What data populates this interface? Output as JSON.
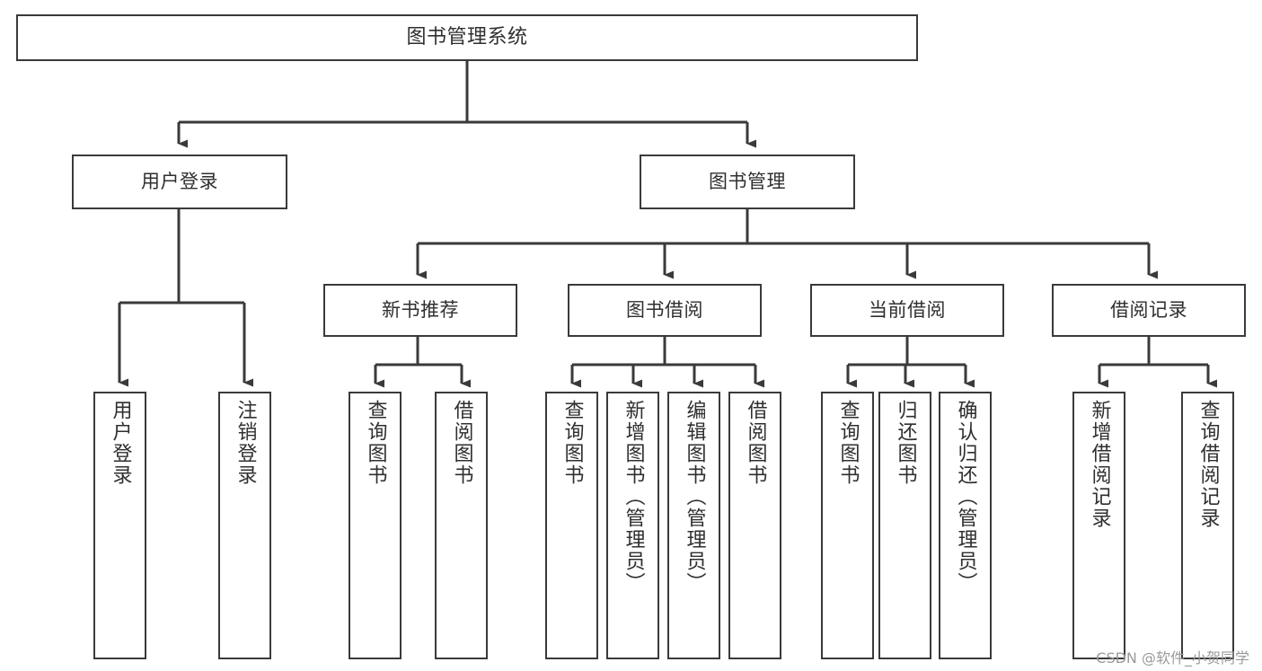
{
  "diagram": {
    "type": "tree-hierarchy-chart",
    "title": "图书管理系统",
    "watermark": "CSDN @软件_小贺同学",
    "colors": {
      "box_border": "#3a3a3a",
      "box_fill": "#ffffff",
      "connector": "#3a3a3a",
      "text": "#2f2f2f",
      "background": "#ffffff",
      "watermark": "#9a9a9a"
    },
    "root": {
      "label": "图书管理系统"
    },
    "level1": [
      {
        "label": "用户登录"
      },
      {
        "label": "图书管理"
      }
    ],
    "level2": [
      {
        "label": "新书推荐"
      },
      {
        "label": "图书借阅"
      },
      {
        "label": "当前借阅"
      },
      {
        "label": "借阅记录"
      }
    ],
    "leaves": {
      "user_login": [
        {
          "label": "用户登录"
        },
        {
          "label": "注销登录"
        }
      ],
      "new_book_recommend": [
        {
          "label": "查询图书"
        },
        {
          "label": "借阅图书"
        }
      ],
      "book_borrow": [
        {
          "label": "查询图书"
        },
        {
          "label": "新增图书（管理员）"
        },
        {
          "label": "编辑图书（管理员）"
        },
        {
          "label": "借阅图书"
        }
      ],
      "current_borrow": [
        {
          "label": "查询图书"
        },
        {
          "label": "归还图书"
        },
        {
          "label": "确认归还（管理员）"
        }
      ],
      "borrow_record": [
        {
          "label": "新增借阅记录"
        },
        {
          "label": "查询借阅记录"
        }
      ]
    }
  }
}
